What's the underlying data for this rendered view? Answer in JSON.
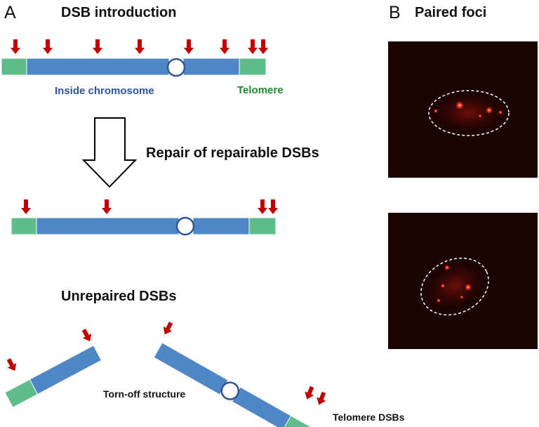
{
  "panel_a": {
    "letter": "A",
    "title": "DSB introduction",
    "inside_label": "Inside chromosome",
    "telomere_label": "Telomere",
    "repair_label": "Repair of repairable DSBs",
    "unrepaired_title": "Unrepaired DSBs",
    "tornoff_label": "Torn-off structure",
    "telomere_dsb_label": "Telomere DSBs"
  },
  "panel_b": {
    "letter": "B",
    "title": "Paired foci"
  },
  "colors": {
    "chromatid_blue": "#4f86c6",
    "telomere_green": "#5ebd8a",
    "arrow_red": "#c00000",
    "label_blue": "#2f5597",
    "label_green": "#1a8c2a",
    "micrograph_bg": "#1a0403",
    "focus_red": "#ff3a2a",
    "nucleus_outline": "#ffffff"
  },
  "icons": {
    "dsb_marker": "down-arrow-icon",
    "centromere": "circle-icon",
    "repair_step": "hollow-down-arrow-icon"
  }
}
